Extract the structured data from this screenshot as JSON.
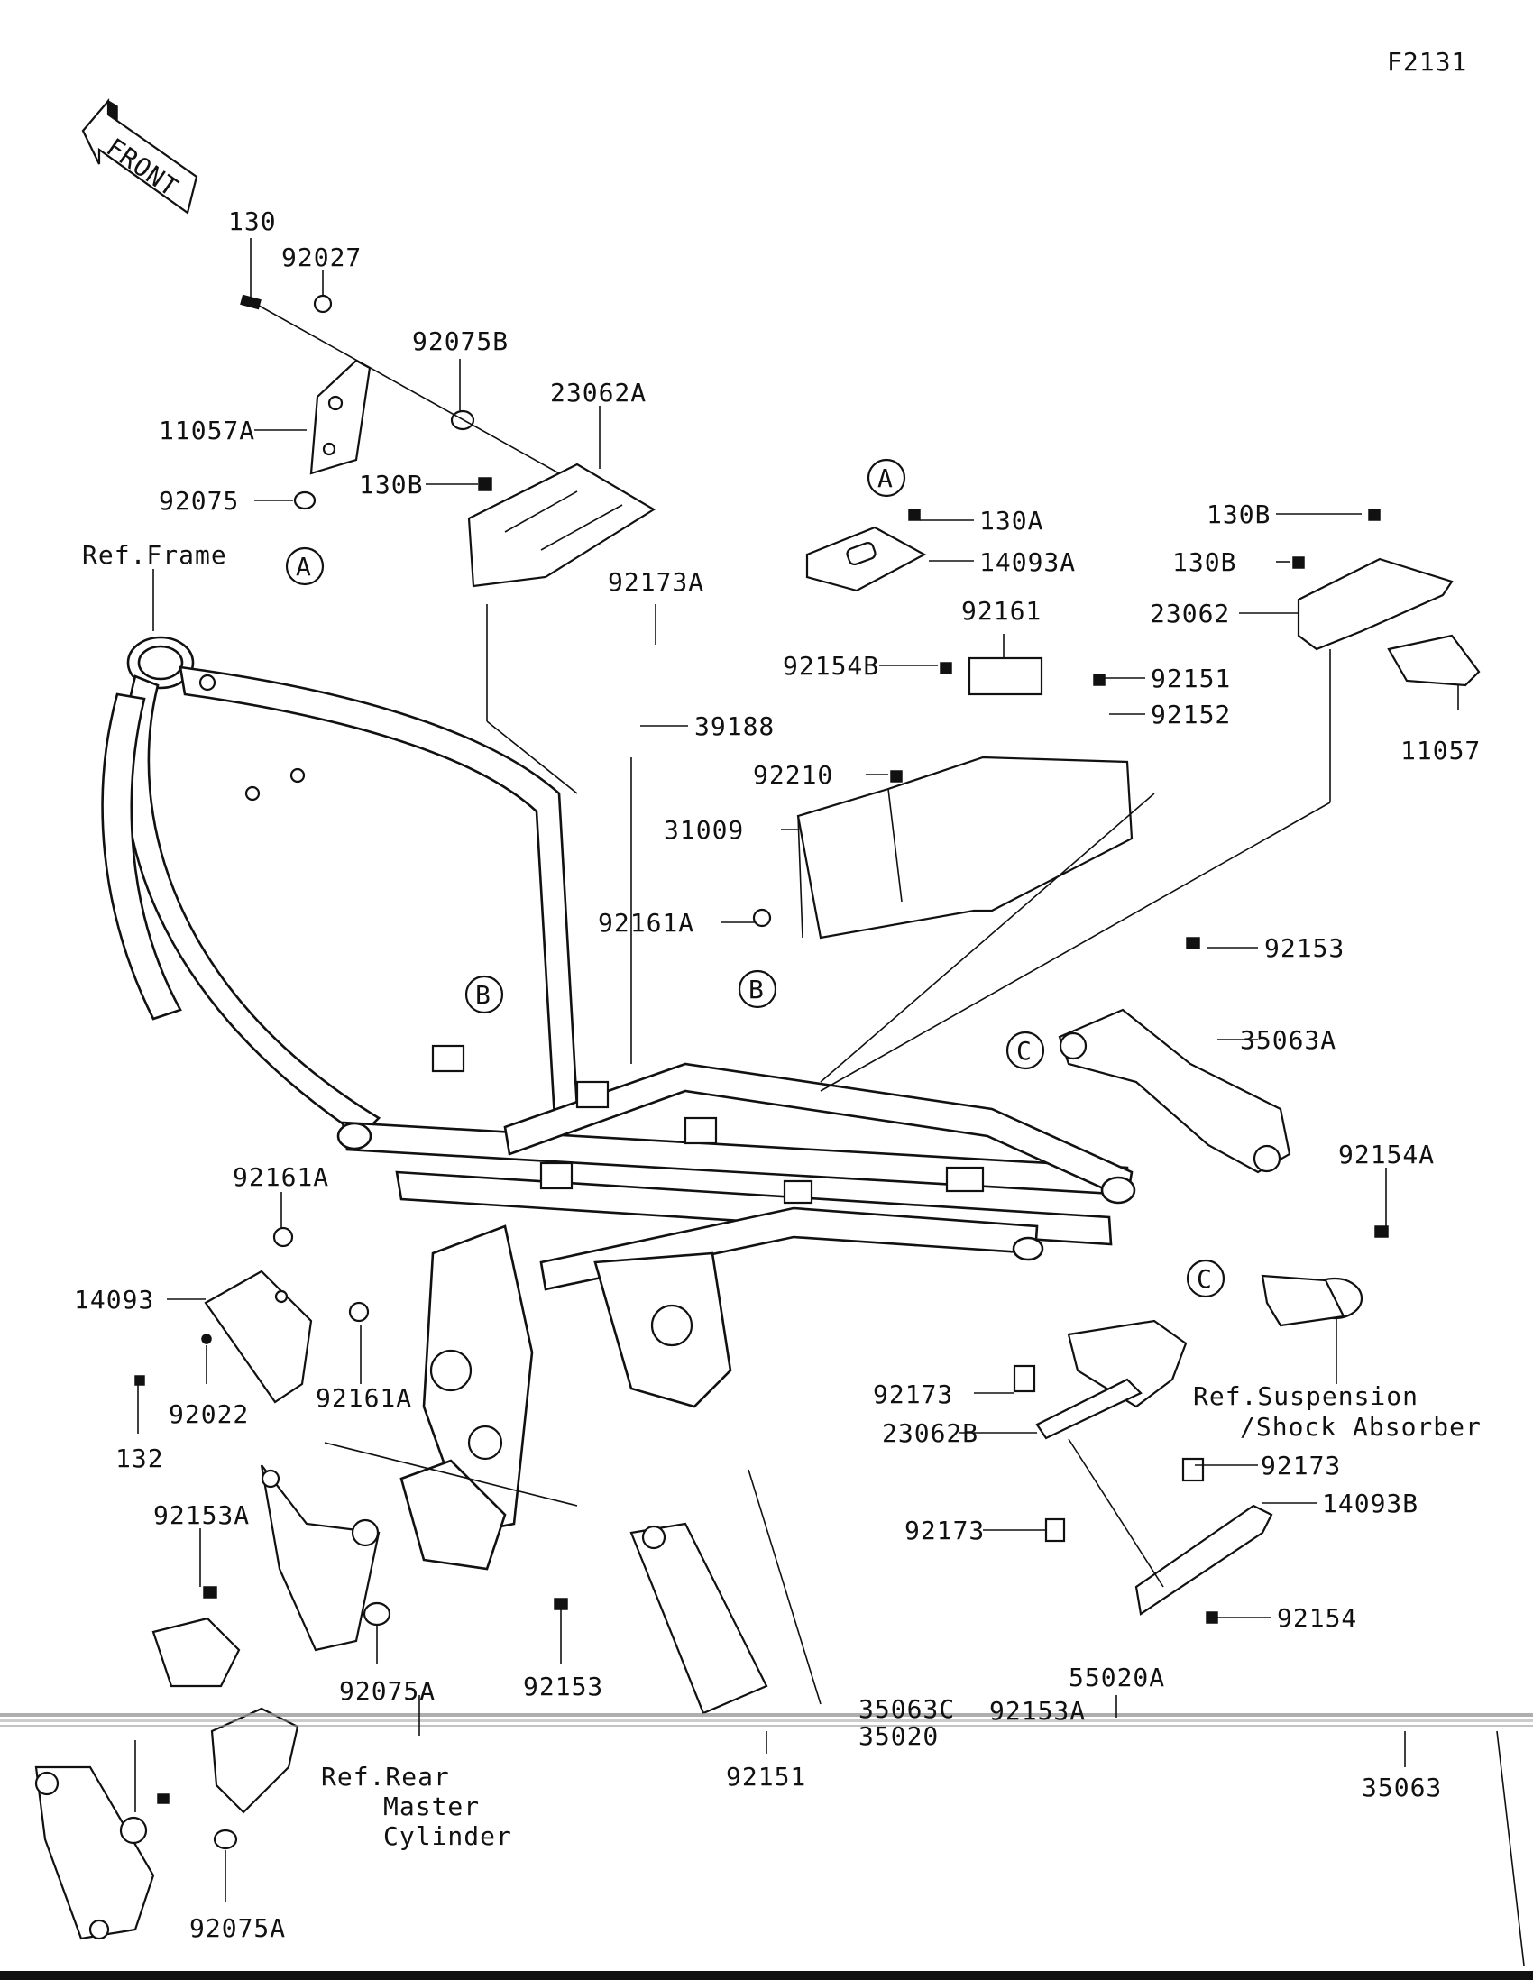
{
  "figure_id": "F2131",
  "front_arrow": "FRONT",
  "callouts": [
    "A",
    "A",
    "B",
    "B",
    "C",
    "C"
  ],
  "labels": {
    "p130": "130",
    "p92027": "92027",
    "p92075B": "92075B",
    "p23062A": "23062A",
    "p11057A": "11057A",
    "p130B_a": "130B",
    "p92075": "92075",
    "ref_frame": "Ref.Frame",
    "p92173A": "92173A",
    "p39188": "39188",
    "p130A": "130A",
    "p14093A": "14093A",
    "p92161": "92161",
    "p92154B": "92154B",
    "p92151_top": "92151",
    "p92152": "92152",
    "p92210": "92210",
    "p31009": "31009",
    "p92161A_top": "92161A",
    "p130B_b": "130B",
    "p130B_c": "130B",
    "p23062": "23062",
    "p11057": "11057",
    "p92153_top": "92153",
    "p35063A": "35063A",
    "p92161A_mid": "92161A",
    "p14093": "14093",
    "p92022": "92022",
    "p92161A_low": "92161A",
    "p132": "132",
    "p92154A": "92154A",
    "ref_susp_1": "Ref.Suspension",
    "ref_susp_2": "/Shock Absorber",
    "p92173_a": "92173",
    "p23062B": "23062B",
    "p92173_b": "92173",
    "p92173_c": "92173",
    "p14093B": "14093B",
    "p92154": "92154",
    "p92153A_a": "92153A",
    "p92075A_a": "92075A",
    "p92153_low": "92153",
    "p55020A": "55020A",
    "p35063C": "35063C",
    "p92153A_b": "92153A",
    "p35020": "35020",
    "ref_rear_1": "Ref.Rear",
    "ref_rear_2": "Master",
    "ref_rear_3": "Cylinder",
    "p92151_low": "92151",
    "p35063": "35063",
    "p92075A_b": "92075A"
  }
}
